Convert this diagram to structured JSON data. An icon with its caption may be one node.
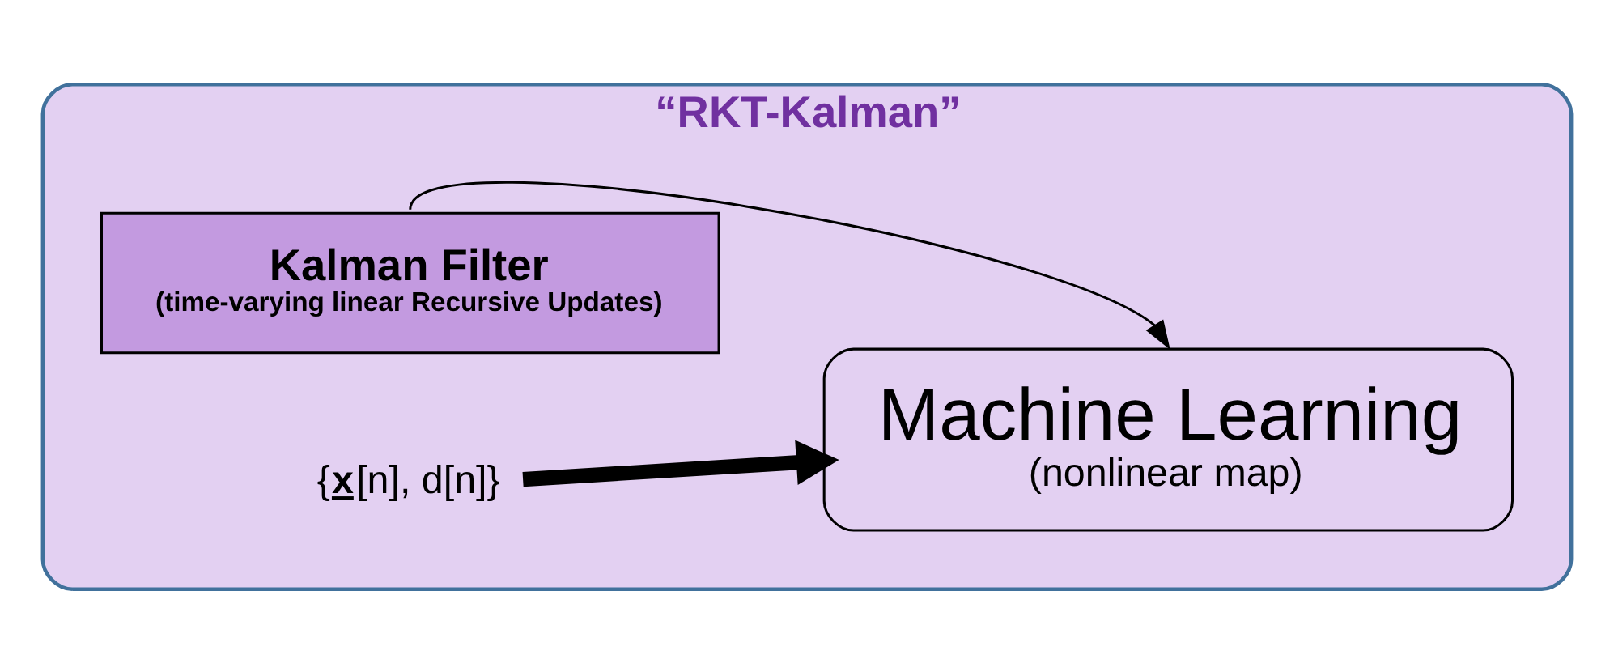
{
  "diagram": {
    "nodes": [
      {
        "text": [
          "“RKT-Kalman”"
        ]
      },
      {
        "text": [
          "Machine Learning",
          "(nonlinear map)"
        ],
        "in": 0
      },
      {
        "text": [
          "Kalman Filter",
          "(time-varying linear Recursive Updates)"
        ],
        "in": 0
      },
      {
        "text": [
          "{**x**[n], d[n]}"
        ],
        "in": 0
      }
    ],
    "edges": [
      {
        "from": 3,
        "to": 1,
        "arrow": "to",
        "style": "thick"
      },
      {
        "from": 2,
        "to": 1,
        "arrow": "to"
      }
    ]
  }
}
